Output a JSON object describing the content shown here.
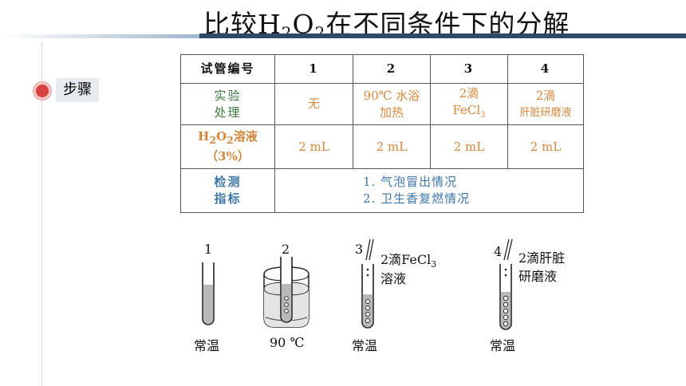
{
  "title": {
    "prefix": "比较H",
    "sub1": "2",
    "mid": "O",
    "sub2": "2",
    "suffix": "在不同条件下的分解"
  },
  "step_label": "步骤",
  "table": {
    "header": {
      "label": "试管编号",
      "cols": [
        "1",
        "2",
        "3",
        "4"
      ]
    },
    "treatment": {
      "label_line1": "实验",
      "label_line2": "处理",
      "c1": "无",
      "c2_line1": "90℃ 水浴",
      "c2_line2": "加热",
      "c3_line1": "2滴",
      "c3_line2_prefix": "FeCl",
      "c3_line2_sub": "3",
      "c4_line1": "2滴",
      "c4_line2": "肝脏研磨液"
    },
    "h2o2": {
      "label_prefix": "H",
      "label_sub1": "2",
      "label_mid": "O",
      "label_sub2": "2",
      "label_suffix": "溶液",
      "label_line2": "（3%）",
      "values": [
        "2 mL",
        "2 mL",
        "2 mL",
        "2 mL"
      ]
    },
    "detection": {
      "label_line1": "检测",
      "label_line2": "指标",
      "item1": "1. 气泡冒出情况",
      "item2": "2. 卫生香复燃情况"
    }
  },
  "figure": {
    "tube1": {
      "number": "1",
      "caption": "常温"
    },
    "tube2": {
      "number": "2",
      "caption": "90 ℃"
    },
    "tube3": {
      "number": "3",
      "drop_line1_prefix": "2滴FeCl",
      "drop_line1_sub": "3",
      "drop_line2": "溶液",
      "caption": "常温"
    },
    "tube4": {
      "number": "4",
      "drop_line1": "2滴肝脏",
      "drop_line2": "研磨液",
      "caption": "常温"
    }
  }
}
